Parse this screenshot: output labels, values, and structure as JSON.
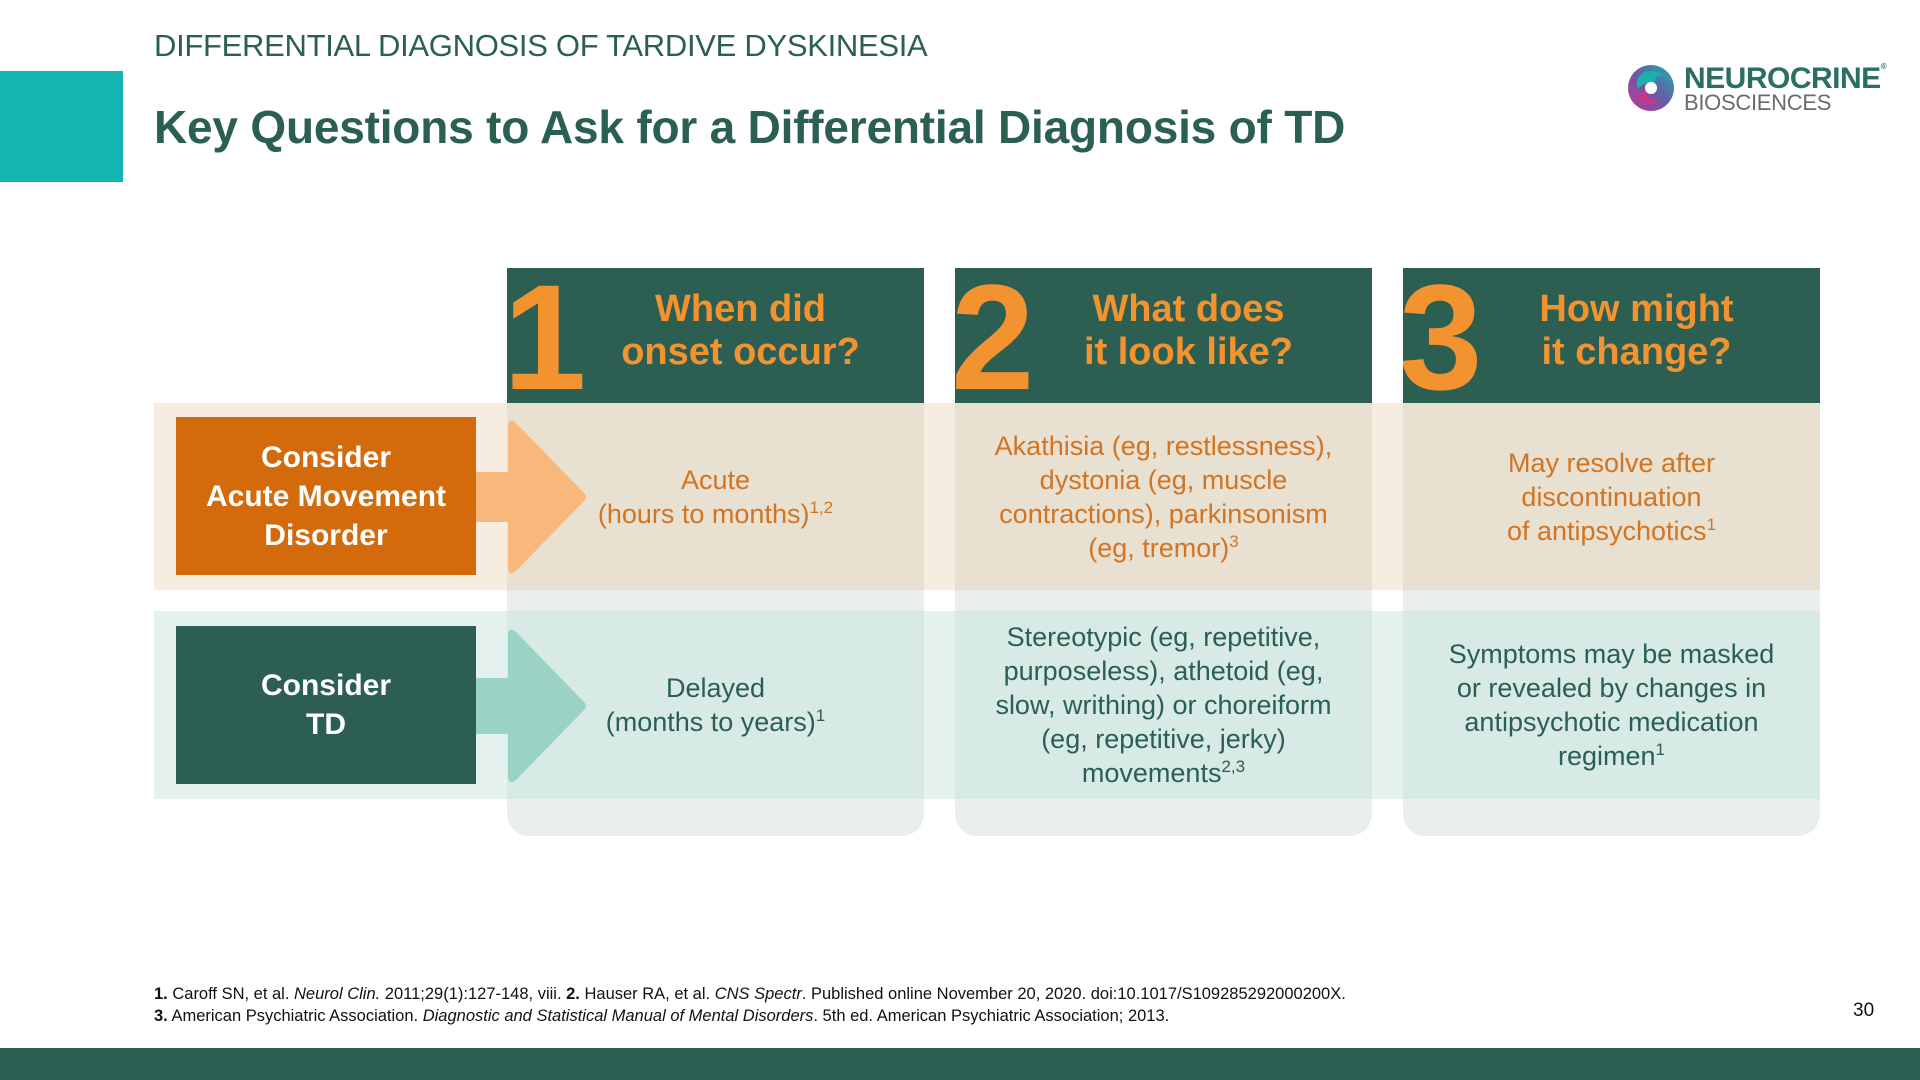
{
  "header": {
    "section_label": "DIFFERENTIAL DIAGNOSIS OF TARDIVE DYSKINESIA",
    "title": "Key Questions to Ask for a Differential Diagnosis of TD",
    "accent_color": "#13b5b1"
  },
  "logo": {
    "icon": "swirl-logo-icon",
    "word1": "NEUROCRINE",
    "registered": "®",
    "word2": "BIOSCIENCES"
  },
  "rows": [
    {
      "label": "Consider Acute Movement Disorder",
      "lines": [
        "Consider",
        "Acute Movement",
        "Disorder"
      ],
      "color": "#d36a0b",
      "arrow_color": "#f8b77b"
    },
    {
      "label": "Consider TD",
      "lines": [
        "Consider",
        "TD"
      ],
      "color": "#2c5f52",
      "arrow_color": "#9ad2c3"
    }
  ],
  "columns": [
    {
      "number": "1",
      "title_lines": [
        "When did",
        "onset occur?"
      ],
      "acute": {
        "lines": [
          "Acute",
          "(hours to months)"
        ],
        "sup": "1,2"
      },
      "td": {
        "lines": [
          "Delayed",
          "(months to years)"
        ],
        "sup": "1"
      }
    },
    {
      "number": "2",
      "title_lines": [
        "What does",
        "it look like?"
      ],
      "acute": {
        "lines": [
          "Akathisia (eg, restlessness),",
          "dystonia (eg, muscle",
          "contractions), parkinsonism",
          "(eg, tremor)"
        ],
        "sup": "3"
      },
      "td": {
        "lines": [
          "Stereotypic (eg, repetitive,",
          "purposeless), athetoid (eg,",
          "slow, writhing) or choreiform",
          "(eg, repetitive, jerky)",
          "movements"
        ],
        "sup": "2,3"
      }
    },
    {
      "number": "3",
      "title_lines": [
        "How might",
        "it change?"
      ],
      "acute": {
        "lines": [
          "May resolve after",
          "discontinuation",
          "of antipsychotics"
        ],
        "sup": "1"
      },
      "td": {
        "lines": [
          "Symptoms may be masked",
          "or revealed by changes in",
          "antipsychotic medication",
          "regimen"
        ],
        "sup": "1"
      }
    }
  ],
  "references": {
    "line1": [
      {
        "t": "1.",
        "s": "b"
      },
      {
        "t": " Caroff SN, et al. "
      },
      {
        "t": "Neurol Clin.",
        "s": "i"
      },
      {
        "t": " 2011;29(1):127-148, viii. "
      },
      {
        "t": "2.",
        "s": "b"
      },
      {
        "t": " Hauser RA, et al. "
      },
      {
        "t": "CNS Spectr",
        "s": "i"
      },
      {
        "t": ". Published online November 20, 2020. doi:10.1017/S109285292000200X."
      }
    ],
    "line2": [
      {
        "t": "3.",
        "s": "b"
      },
      {
        "t": " American Psychiatric Association. "
      },
      {
        "t": "Diagnostic and Statistical Manual of Mental Disorders",
        "s": "i"
      },
      {
        "t": ". 5th ed. American Psychiatric Association; 2013."
      }
    ]
  },
  "footer": {
    "page_number": "30",
    "bar_color": "#2c5f52"
  }
}
